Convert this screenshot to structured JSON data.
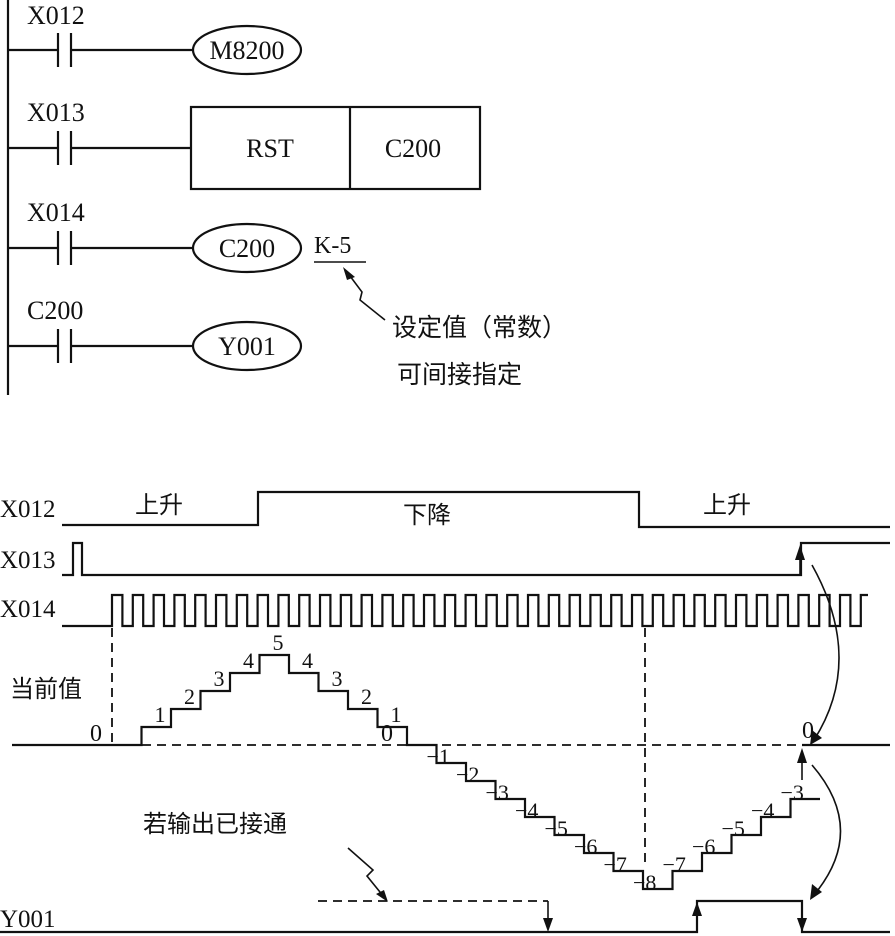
{
  "ladder": {
    "rungs": [
      {
        "contact": "X012",
        "coil": "M8200"
      },
      {
        "contact": "X013",
        "instr": "RST",
        "operand": "C200"
      },
      {
        "contact": "X014",
        "coil": "C200",
        "setting": "K-5"
      },
      {
        "contact": "C200",
        "coil": "Y001"
      }
    ],
    "note_line1": "设定值（常数）",
    "note_line2": "可间接指定"
  },
  "timing": {
    "signals": [
      "X012",
      "X013",
      "X014",
      "Y001"
    ],
    "up_label": "上升",
    "down_label": "下降",
    "current_value_label": "当前值",
    "if_on_note": "若输出已接通",
    "zero_left": "0",
    "zero_mid": "0",
    "zero_right": "0",
    "count_values": [
      "1",
      "2",
      "3",
      "4",
      "5",
      "4",
      "3",
      "2",
      "1",
      "0",
      "−1",
      "−2",
      "−3",
      "−4",
      "−5",
      "−6",
      "−7",
      "−8",
      "−7",
      "−6",
      "−5",
      "−4",
      "−3"
    ]
  }
}
